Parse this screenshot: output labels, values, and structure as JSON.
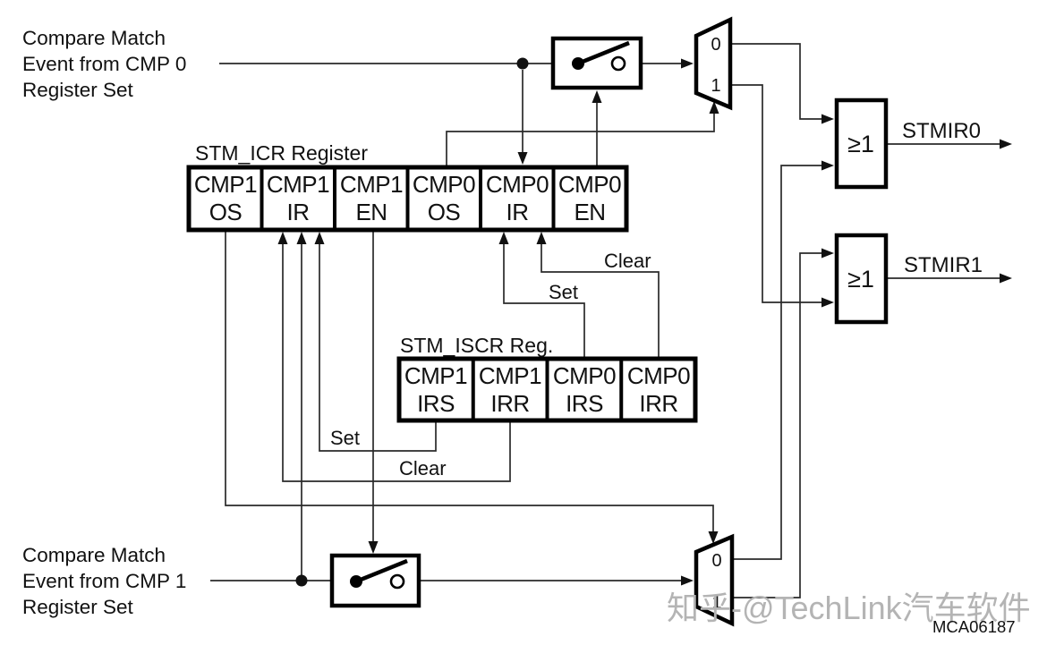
{
  "colors": {
    "background": "#ffffff",
    "line": "#000000",
    "watermark": "#b4b4b4"
  },
  "inputs": {
    "cmp0": {
      "line1": "Compare Match",
      "line2": "Event from CMP 0",
      "line3": "Register Set"
    },
    "cmp1": {
      "line1": "Compare Match",
      "line2": "Event from CMP 1",
      "line3": "Register Set"
    }
  },
  "icr_register": {
    "title": "STM_ICR Register",
    "fields": [
      {
        "name": "CMP1",
        "bit": "OS"
      },
      {
        "name": "CMP1",
        "bit": "IR"
      },
      {
        "name": "CMP1",
        "bit": "EN"
      },
      {
        "name": "CMP0",
        "bit": "OS"
      },
      {
        "name": "CMP0",
        "bit": "IR"
      },
      {
        "name": "CMP0",
        "bit": "EN"
      }
    ]
  },
  "iscr_register": {
    "title": "STM_ISCR Reg.",
    "fields": [
      {
        "name": "CMP1",
        "bit": "IRS"
      },
      {
        "name": "CMP1",
        "bit": "IRR"
      },
      {
        "name": "CMP0",
        "bit": "IRS"
      },
      {
        "name": "CMP0",
        "bit": "IRR"
      }
    ]
  },
  "muxes": {
    "input0_label": "0",
    "input1_label": "1"
  },
  "or_gates": {
    "symbol": "≥1"
  },
  "outputs": {
    "stmir0": "STMIR0",
    "stmir1": "STMIR1"
  },
  "wire_labels": {
    "cmp0_set": "Set",
    "cmp0_clear": "Clear",
    "cmp1_set": "Set",
    "cmp1_clear": "Clear"
  },
  "watermark": "知乎-@TechLink汽车软件",
  "figure_code": "MCA06187"
}
